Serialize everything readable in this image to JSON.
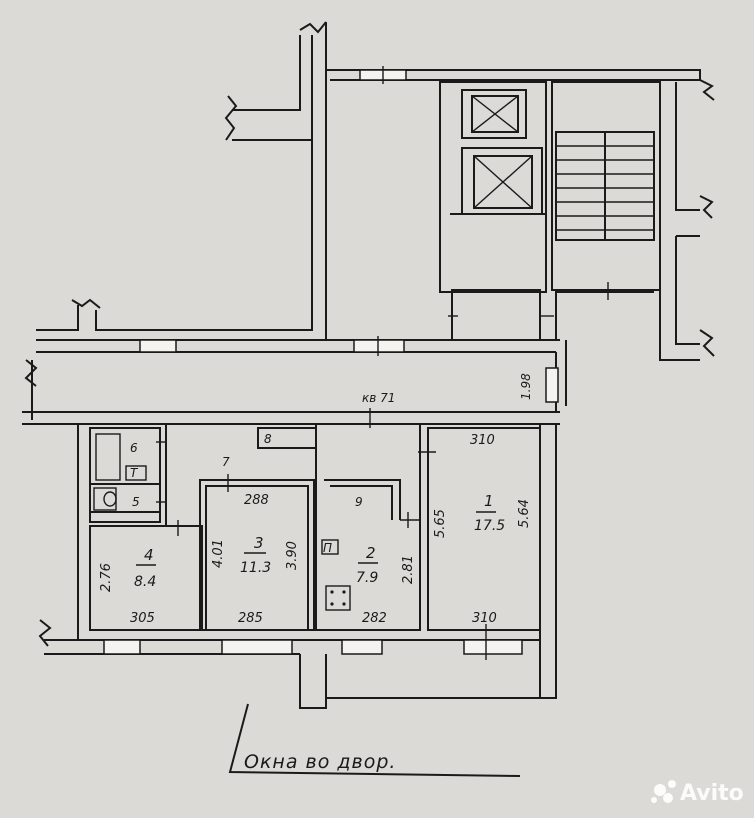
{
  "apartment_label": "кв 71",
  "corridor_width": "1.98",
  "rooms": [
    {
      "num": "1",
      "area": "17.5",
      "dims": [
        "310",
        "5.64",
        "5.65",
        "310"
      ]
    },
    {
      "num": "2",
      "area": "7.9",
      "dims": [
        "282",
        "2.81"
      ]
    },
    {
      "num": "3",
      "area": "11.3",
      "dims": [
        "288",
        "4.01",
        "3.90",
        "285"
      ]
    },
    {
      "num": "4",
      "area": "8.4",
      "dims": [
        "2.76",
        "305"
      ]
    },
    {
      "num": "5"
    },
    {
      "num": "6"
    },
    {
      "num": "7"
    },
    {
      "num": "8"
    },
    {
      "num": "9"
    }
  ],
  "toilet_mark": "T",
  "stove_mark": "П",
  "caption": "Окна во двор.",
  "watermark": "Avito",
  "colors": {
    "paper": "#f4f3ef",
    "ink": "#1a1a1a",
    "background": "#dcdad6"
  }
}
